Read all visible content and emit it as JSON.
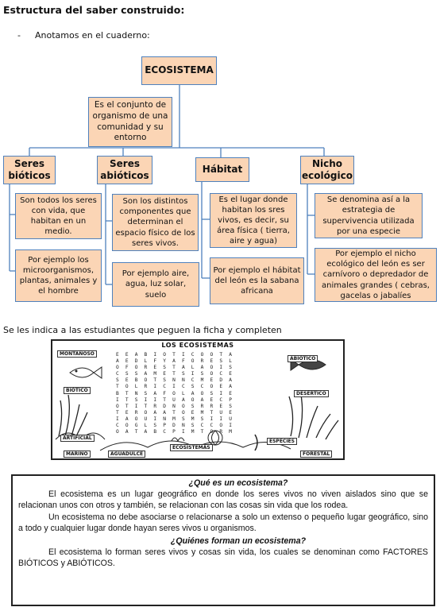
{
  "heading": "Estructura del saber construido:",
  "bullet": {
    "dash": "-",
    "text": "Anotamos en el cuaderno:"
  },
  "map": {
    "root": "ECOSISTEMA",
    "definition": "Es el conjunto de organismo de una comunidad y su entorno",
    "categories": [
      {
        "title": "Seres bióticos",
        "desc": "Son todos los seres con vida, que habitan en un medio.",
        "example": "Por ejemplo los microorganismos, plantas, animales y el hombre"
      },
      {
        "title": "Seres abióticos",
        "desc": "Son los distintos componentes que determinan el espacio físico de los seres vivos.",
        "example": "Por ejemplo aire, agua, luz solar, suelo"
      },
      {
        "title": "Hábitat",
        "desc": "Es el lugar donde habitan los sres vivos, es decir, su área física ( tierra, aire y agua)",
        "example": "Por ejemplo el hábitat del león es la sabana africana"
      },
      {
        "title": "Nicho ecológico",
        "desc": "Se denomina así a la estrategia de supervivencia utilizada por una especie",
        "example": "Por ejemplo el nicho ecológico del león es ser carnívoro o depredador de animales grandes ( cebras, gacelas o jabalíes"
      }
    ]
  },
  "intro": "Se les indica a las estudiantes que peguen la ficha y completen",
  "worksheet": {
    "title": "LOS ECOSISTEMAS",
    "labels": [
      "MONTAÑOSO",
      "ABIÓTICO",
      "BIÓTICO",
      "DESÉRTICO",
      "ARTIFICIAL",
      "ESPECIES",
      "MARINO",
      "AGUADULCE",
      "ECOSISTEMAS",
      "FORESTAL"
    ],
    "grid": [
      "E E A B I O T I C O O T A",
      "A E D L F Y A F O R E S L",
      "O F O R E S T A L A O I S",
      "C S S A M E T S I S O C E",
      "S E B O T S N N C M E D A",
      "T O L R I C I C S C O E A",
      "B T N S A F O L A O S I E",
      "I T S I I T U A O A E C P",
      "O T I T R D N O S R R E S",
      "T E R O A A T O E M T U E",
      "I A O U I N M S M S I I U",
      "C O G L S P D N S C C O I",
      "O A T A B C P I M T O R M"
    ]
  },
  "reading": {
    "q1": "¿Qué es un ecosistema?",
    "p1": "El ecosistema es un lugar geográfico en donde los seres vivos no viven aislados sino que se relacionan unos con otros y también, se relacionan con las cosas sin vida que los rodea.",
    "p2": "Un ecosistema no debe asociarse o relacionarse a solo un extenso o pequeño lugar geográfico, sino a todo y cualquier lugar donde hayan seres vivos u organismos.",
    "q2": "¿Quiénes forman un ecosistema?",
    "p3": "El ecosistema lo forman seres vivos y cosas sin vida, los cuales se denominan como FACTORES BIÓTICOS y ABIÓTICOS."
  }
}
